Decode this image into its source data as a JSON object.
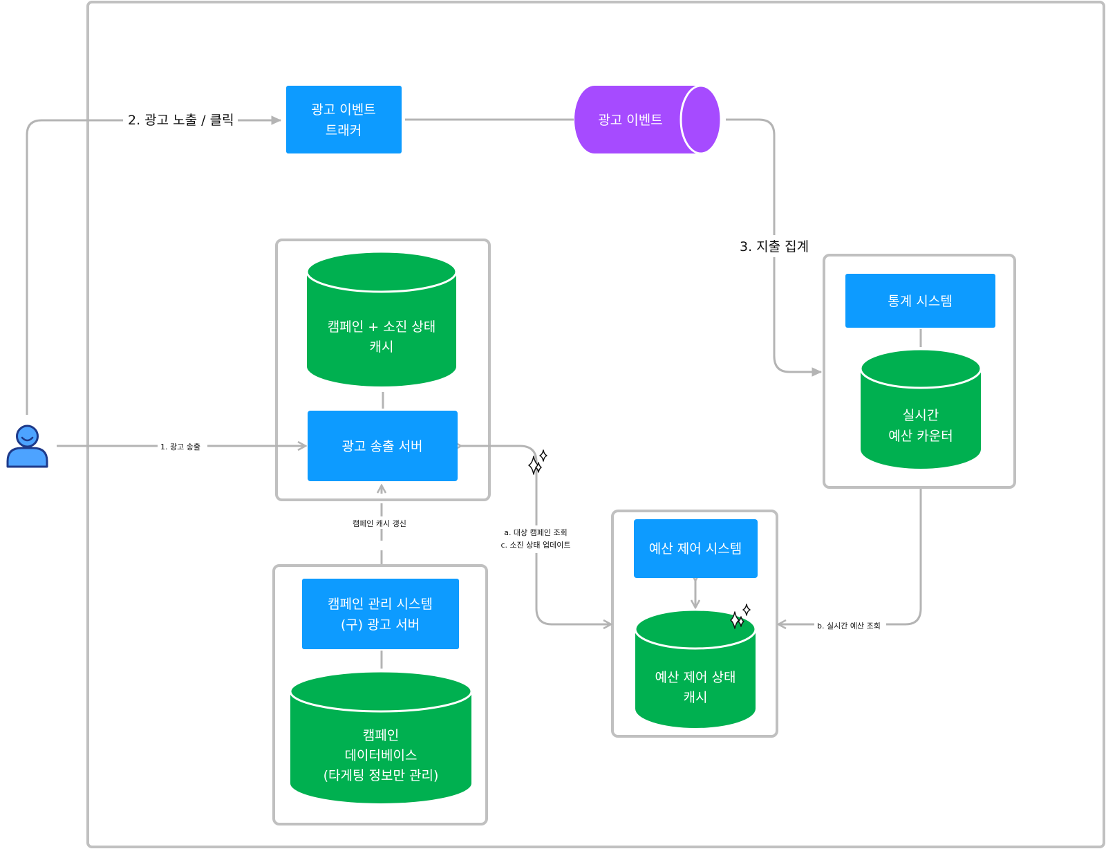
{
  "nodes": {
    "ad_event_tracker": {
      "lines": [
        "광고 이벤트",
        "트래커"
      ]
    },
    "ad_event_queue": {
      "lines": [
        "광고 이벤트"
      ]
    },
    "campaign_cache": {
      "lines": [
        "캠페인 + 소진 상태",
        "캐시"
      ]
    },
    "ad_serving_server": {
      "lines": [
        "광고 송출 서버"
      ]
    },
    "stats_system": {
      "lines": [
        "통계 시스템"
      ]
    },
    "realtime_budget_counter": {
      "lines": [
        "실시간",
        "예산 카운터"
      ]
    },
    "budget_control_system": {
      "lines": [
        "예산 제어 시스템"
      ]
    },
    "budget_control_cache": {
      "lines": [
        "예산 제어 상태",
        "캐시"
      ]
    },
    "campaign_mgmt_system": {
      "lines": [
        "캠페인 관리 시스템",
        "(구) 광고 서버"
      ]
    },
    "campaign_db": {
      "lines": [
        "캠페인",
        "데이터베이스",
        "(타게팅 정보만 관리)"
      ]
    }
  },
  "edges": {
    "impression_click": "2. 광고 노출 / 클릭",
    "spend_aggregate": "3. 지출 집계",
    "ad_serve": "1. 광고 송출",
    "campaign_cache_refresh": "캠페인 캐시 갱신",
    "lookup_update_line1": "a. 대상 캠페인 조회",
    "lookup_update_line2": "c. 소진 상태 업데이트",
    "realtime_budget_lookup": "b. 실시간 예산 조회"
  },
  "icons": {
    "user": "user-icon",
    "sparkle": "sparkle-icon"
  },
  "colors": {
    "service_blue": "#0d9bff",
    "datastore_green": "#00b050",
    "queue_purple": "#a64bff",
    "user_blue": "#4da3ff",
    "connector_gray": "#b4b4b4",
    "group_border": "#c0c0c0"
  }
}
